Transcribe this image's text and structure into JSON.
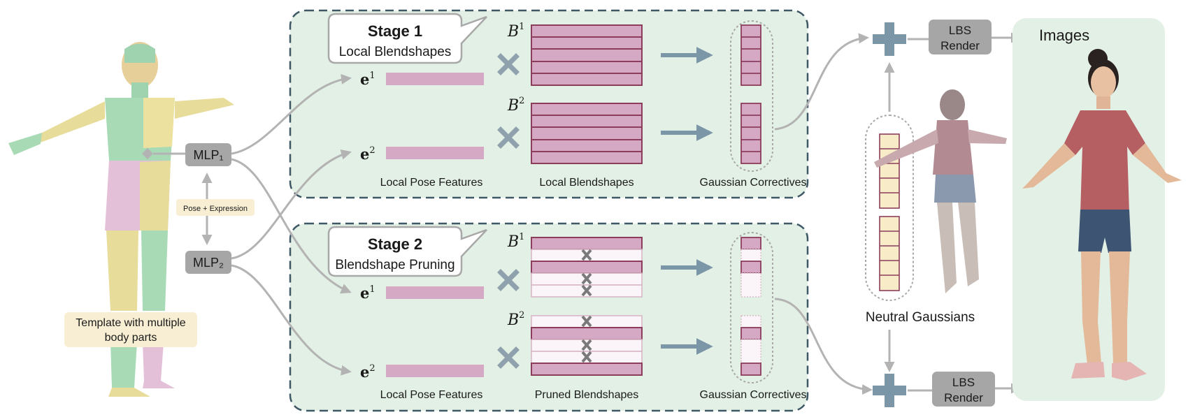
{
  "template_caption_line1": "Template with multiple",
  "template_caption_line2": "body parts",
  "mlp1": "MLP₁",
  "mlp2": "MLP₂",
  "pose_expression": "Pose + Expression",
  "stage1": {
    "title": "Stage 1",
    "subtitle": "Local Blendshapes"
  },
  "stage2": {
    "title": "Stage 2",
    "subtitle": "Blendshape Pruning"
  },
  "symbols": {
    "e1_base": "e",
    "e1_sup": "1",
    "e2_base": "e",
    "e2_sup": "2",
    "b1_base": "B",
    "b1_sup": "1",
    "b2_base": "B",
    "b2_sup": "2"
  },
  "stage1_captions": [
    "Local Pose Features",
    "Local Blendshapes",
    "Gaussian Correctives"
  ],
  "stage2_captions": [
    "Local Pose Features",
    "Pruned Blendshapes",
    "Gaussian Correctives"
  ],
  "neutral_gaussians": "Neutral Gaussians",
  "lbs_top": {
    "line1": "LBS",
    "line2": "Render"
  },
  "lbs_bottom": {
    "line1": "LBS",
    "line2": "Render"
  },
  "images_label": "Images",
  "colors": {
    "panel_bg": "#e3f0e5",
    "panel_border": "#3f5866",
    "feature": "#d5a8c4",
    "feature_border": "#8c3d5c",
    "neutral_cell": "#f7ebc8",
    "gray_box": "#a6a6a6",
    "cross": "#8fa1ad",
    "plus": "#7b96a6",
    "arrow": "#b3b3b3",
    "tag_bg": "#f7eed3"
  }
}
